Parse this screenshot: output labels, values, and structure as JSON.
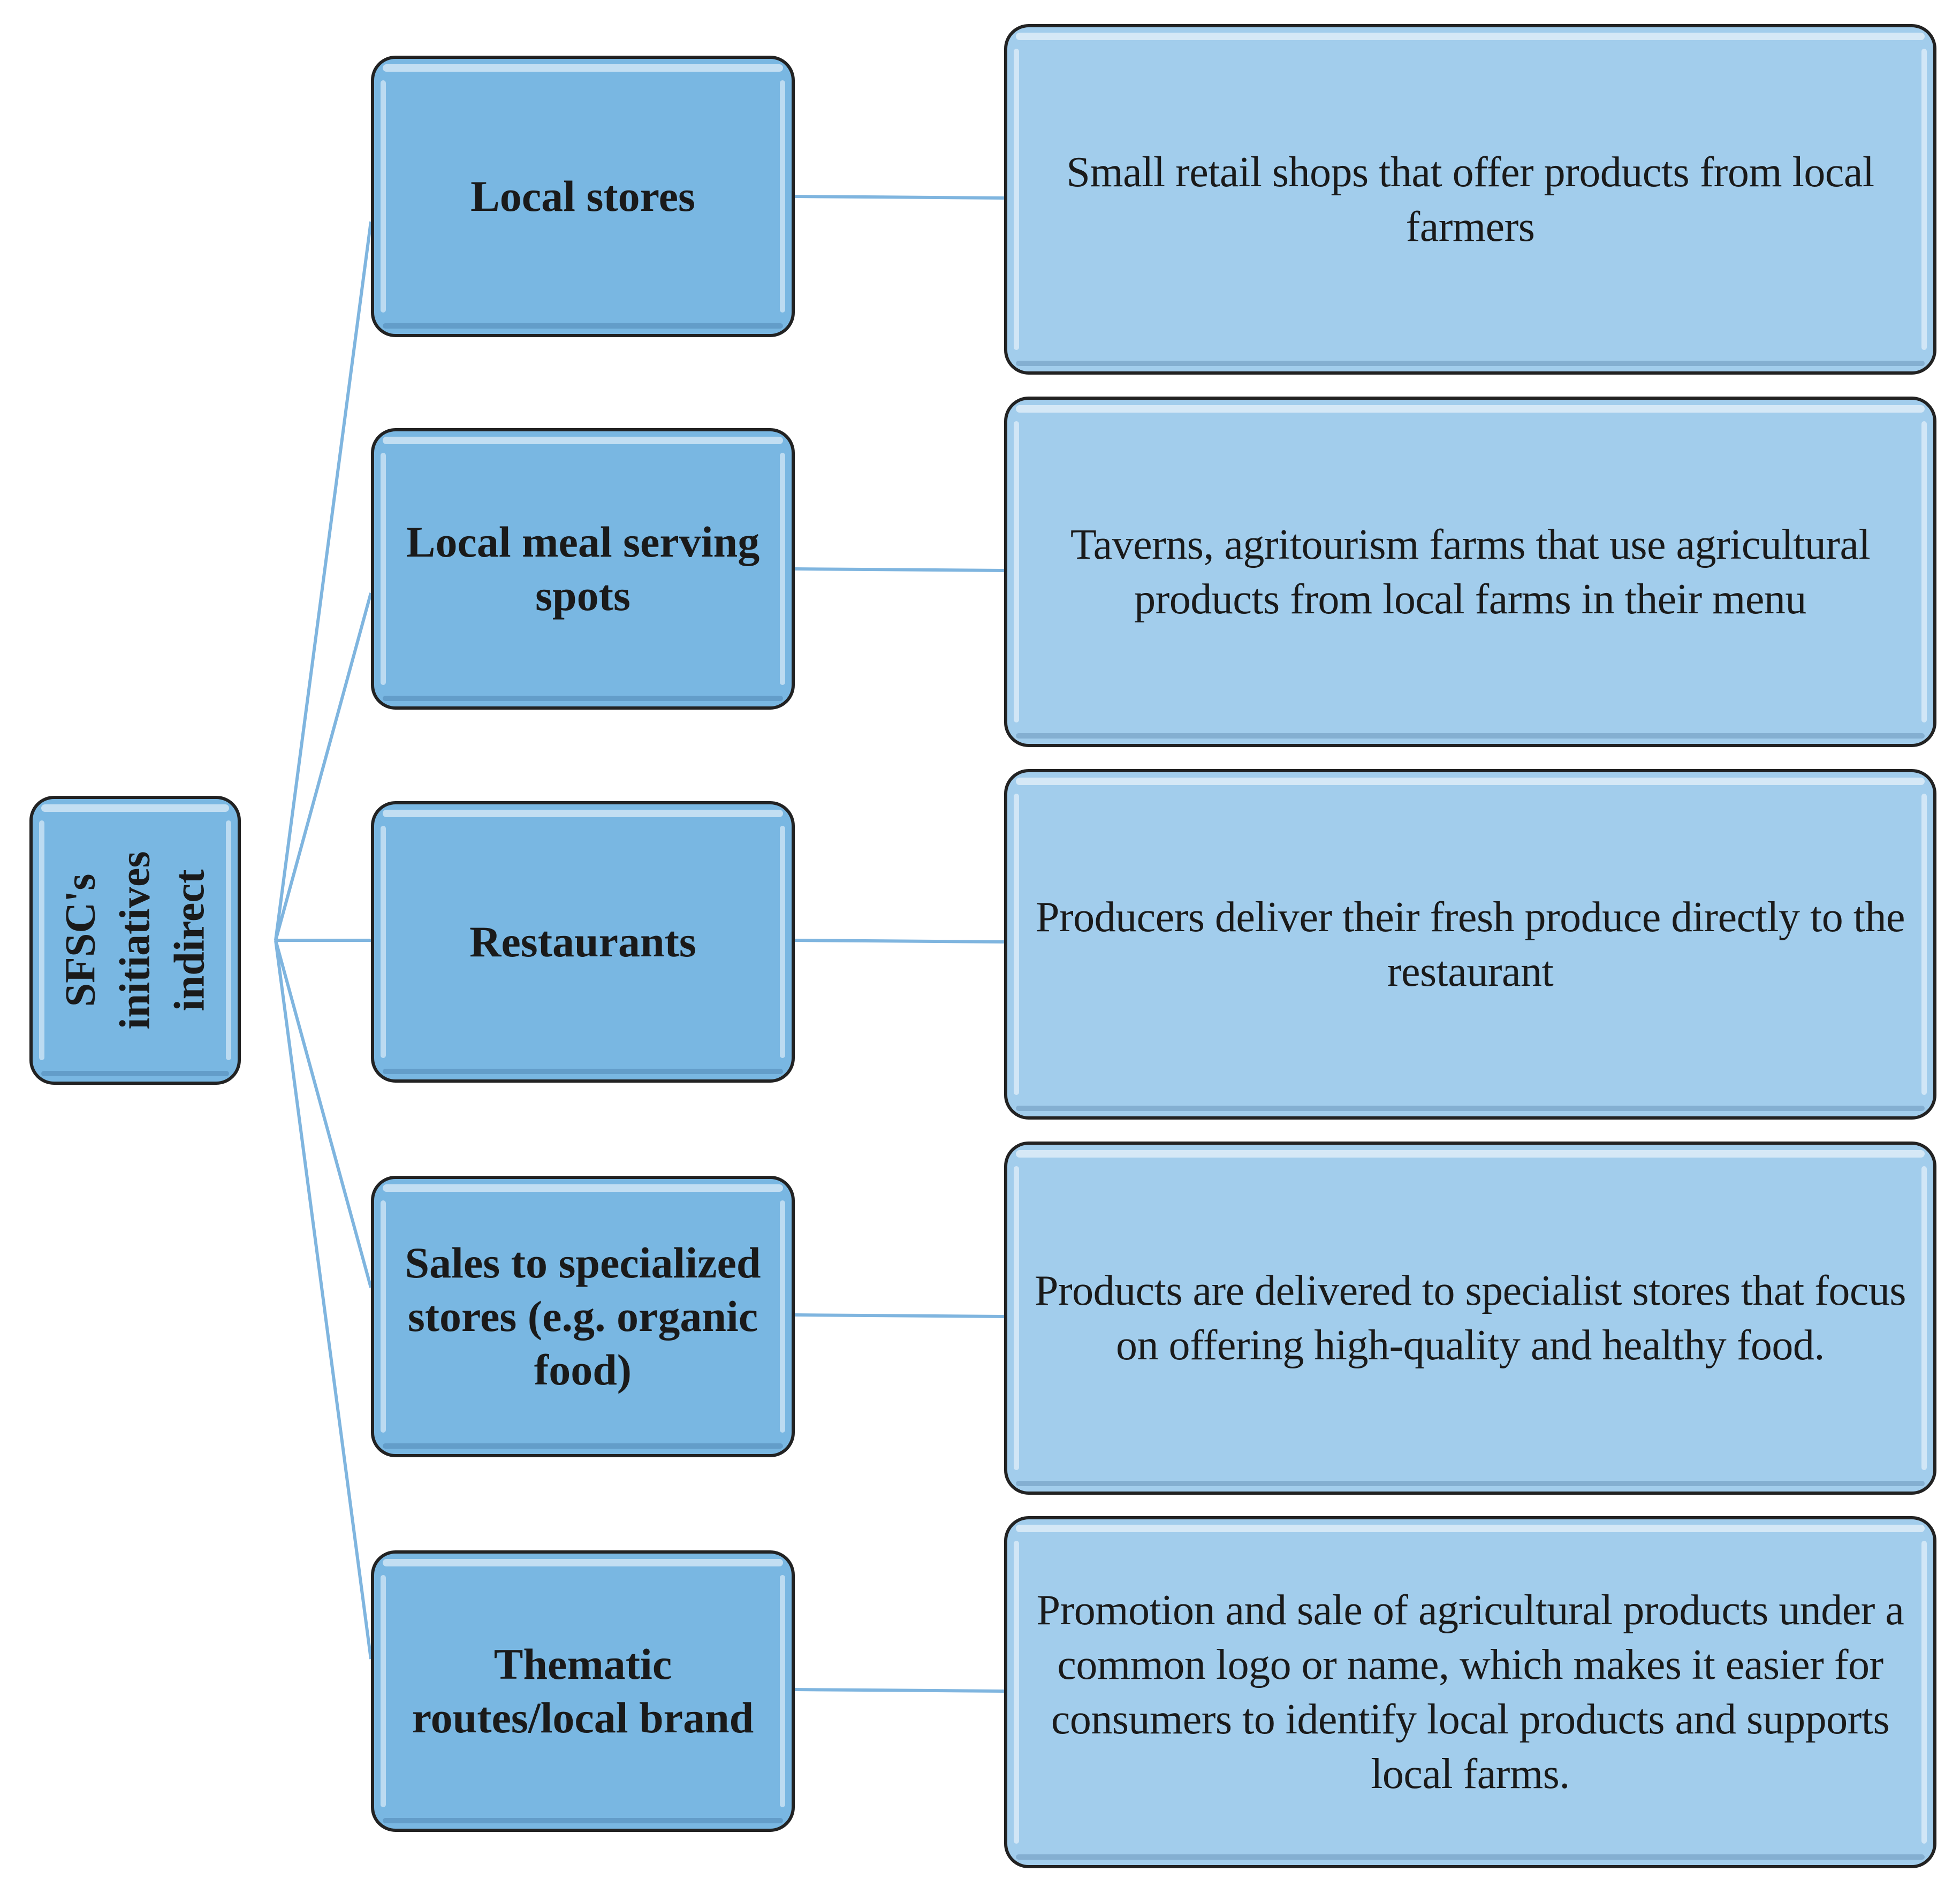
{
  "root": {
    "label": "SFSC's\ninitiatives\nindirect"
  },
  "categories": [
    {
      "label": "Local stores",
      "description": "Small retail shops that offer products from local farmers"
    },
    {
      "label": "Local meal serving spots",
      "description": "Taverns, agritourism farms that use agricultural products from local farms in their menu"
    },
    {
      "label": "Restaurants",
      "description": "Producers deliver their fresh produce directly to the restaurant"
    },
    {
      "label": "Sales to specialized stores (e.g. organic food)",
      "description": "Products are delivered to specialist stores that focus on offering high-quality and healthy food."
    },
    {
      "label": "Thematic routes/local brand",
      "description": "Promotion and sale of agricultural products under a common logo or name, which makes it easier for consumers to identify local products and supports local farms."
    }
  ],
  "colors": {
    "root_fill": "#79b7e2",
    "category_fill": "#79b7e2",
    "description_fill": "#a2cdec",
    "connector": "#7fb5df"
  }
}
